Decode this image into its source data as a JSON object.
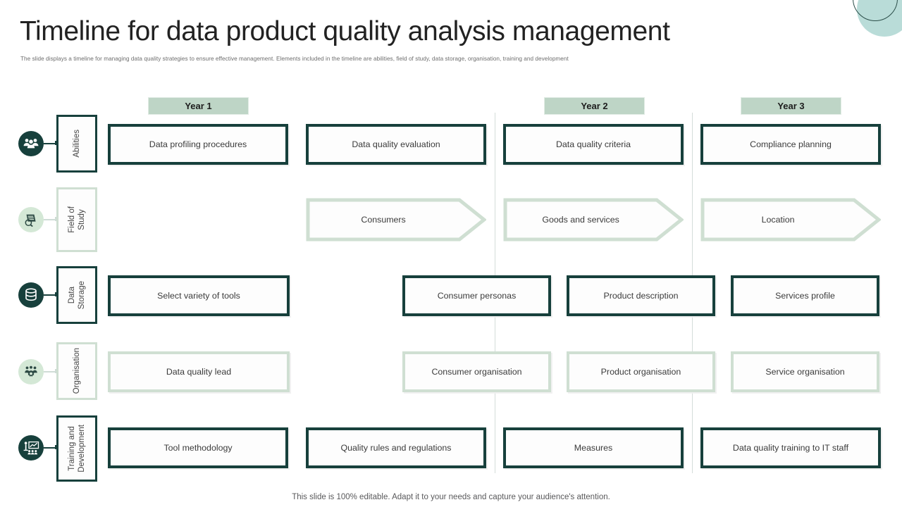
{
  "header": {
    "title": "Timeline for data product quality analysis management",
    "subtitle": "The slide displays a timeline  for managing data quality strategies to ensure effective management. Elements  included in the timeline  are abilities,  field of study, data storage, organisation, training and development"
  },
  "years": [
    {
      "label": "Year 1"
    },
    {
      "label": "Year 2"
    },
    {
      "label": "Year 3"
    }
  ],
  "rows": [
    {
      "label": "Abilities",
      "icon": "people-group-icon",
      "style": "dark",
      "items": [
        {
          "text": "Data profiling  procedures"
        },
        {
          "text": "Data quality evaluation"
        },
        {
          "text": "Data quality criteria"
        },
        {
          "text": "Compliance  planning"
        }
      ]
    },
    {
      "label": "Field of\nStudy",
      "icon": "book-magnifier-icon",
      "style": "light",
      "items": [
        {
          "text": "Consumers"
        },
        {
          "text": "Goods and services"
        },
        {
          "text": "Location"
        }
      ]
    },
    {
      "label": "Data\nStorage",
      "icon": "database-icon",
      "style": "dark",
      "items": [
        {
          "text": "Select variety  of tools"
        },
        {
          "text": "Consumer  personas"
        },
        {
          "text": "Product description"
        },
        {
          "text": "Services  profile"
        }
      ]
    },
    {
      "label": "Organisation",
      "icon": "team-gear-icon",
      "style": "light",
      "items": [
        {
          "text": "Data quality lead"
        },
        {
          "text": "Consumer organisation"
        },
        {
          "text": "Product organisation"
        },
        {
          "text": "Service  organisation"
        }
      ]
    },
    {
      "label": "Training  and\nDevelopment",
      "icon": "presentation-training-icon",
      "style": "dark",
      "items": [
        {
          "text": "Tool methodology"
        },
        {
          "text": "Quality rules and regulations"
        },
        {
          "text": "Measures"
        },
        {
          "text": "Data quality training to IT  staff"
        }
      ]
    }
  ],
  "footer": {
    "note": "This slide is 100% editable. Adapt it to your needs and capture your audience's attention."
  },
  "colors": {
    "dark_green": "#17403c",
    "light_green_border": "#cfdfd2",
    "year_chip_bg": "#bed5c6",
    "icon_light_bg": "#d4e8d6",
    "deco_teal": "#b9dcd8"
  }
}
